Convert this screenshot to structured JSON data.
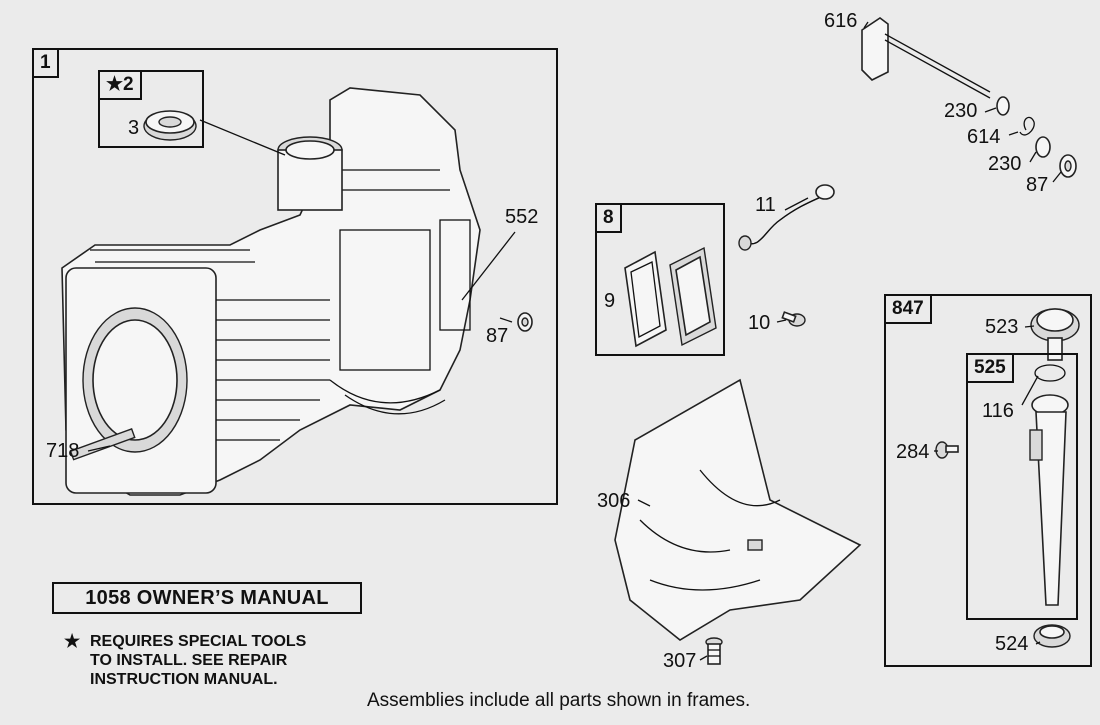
{
  "frames": {
    "f1": "1",
    "f2": "★2",
    "f8": "8",
    "f847": "847",
    "f525": "525"
  },
  "labels": {
    "l616": "616",
    "l230a": "230",
    "l614": "614",
    "l230b": "230",
    "l87a": "87",
    "l3": "3",
    "l552": "552",
    "l87b": "87",
    "l718": "718",
    "l11": "11",
    "l9": "9",
    "l10": "10",
    "l523": "523",
    "l116": "116",
    "l284": "284",
    "l306": "306",
    "l307": "307",
    "l524": "524"
  },
  "manual": "1058 OWNER’S MANUAL",
  "note": {
    "star": "★",
    "line1": "REQUIRES SPECIAL TOOLS",
    "line2": "TO INSTALL.  SEE REPAIR",
    "line3": "INSTRUCTION MANUAL."
  },
  "footer": "Assemblies include all parts shown in frames."
}
